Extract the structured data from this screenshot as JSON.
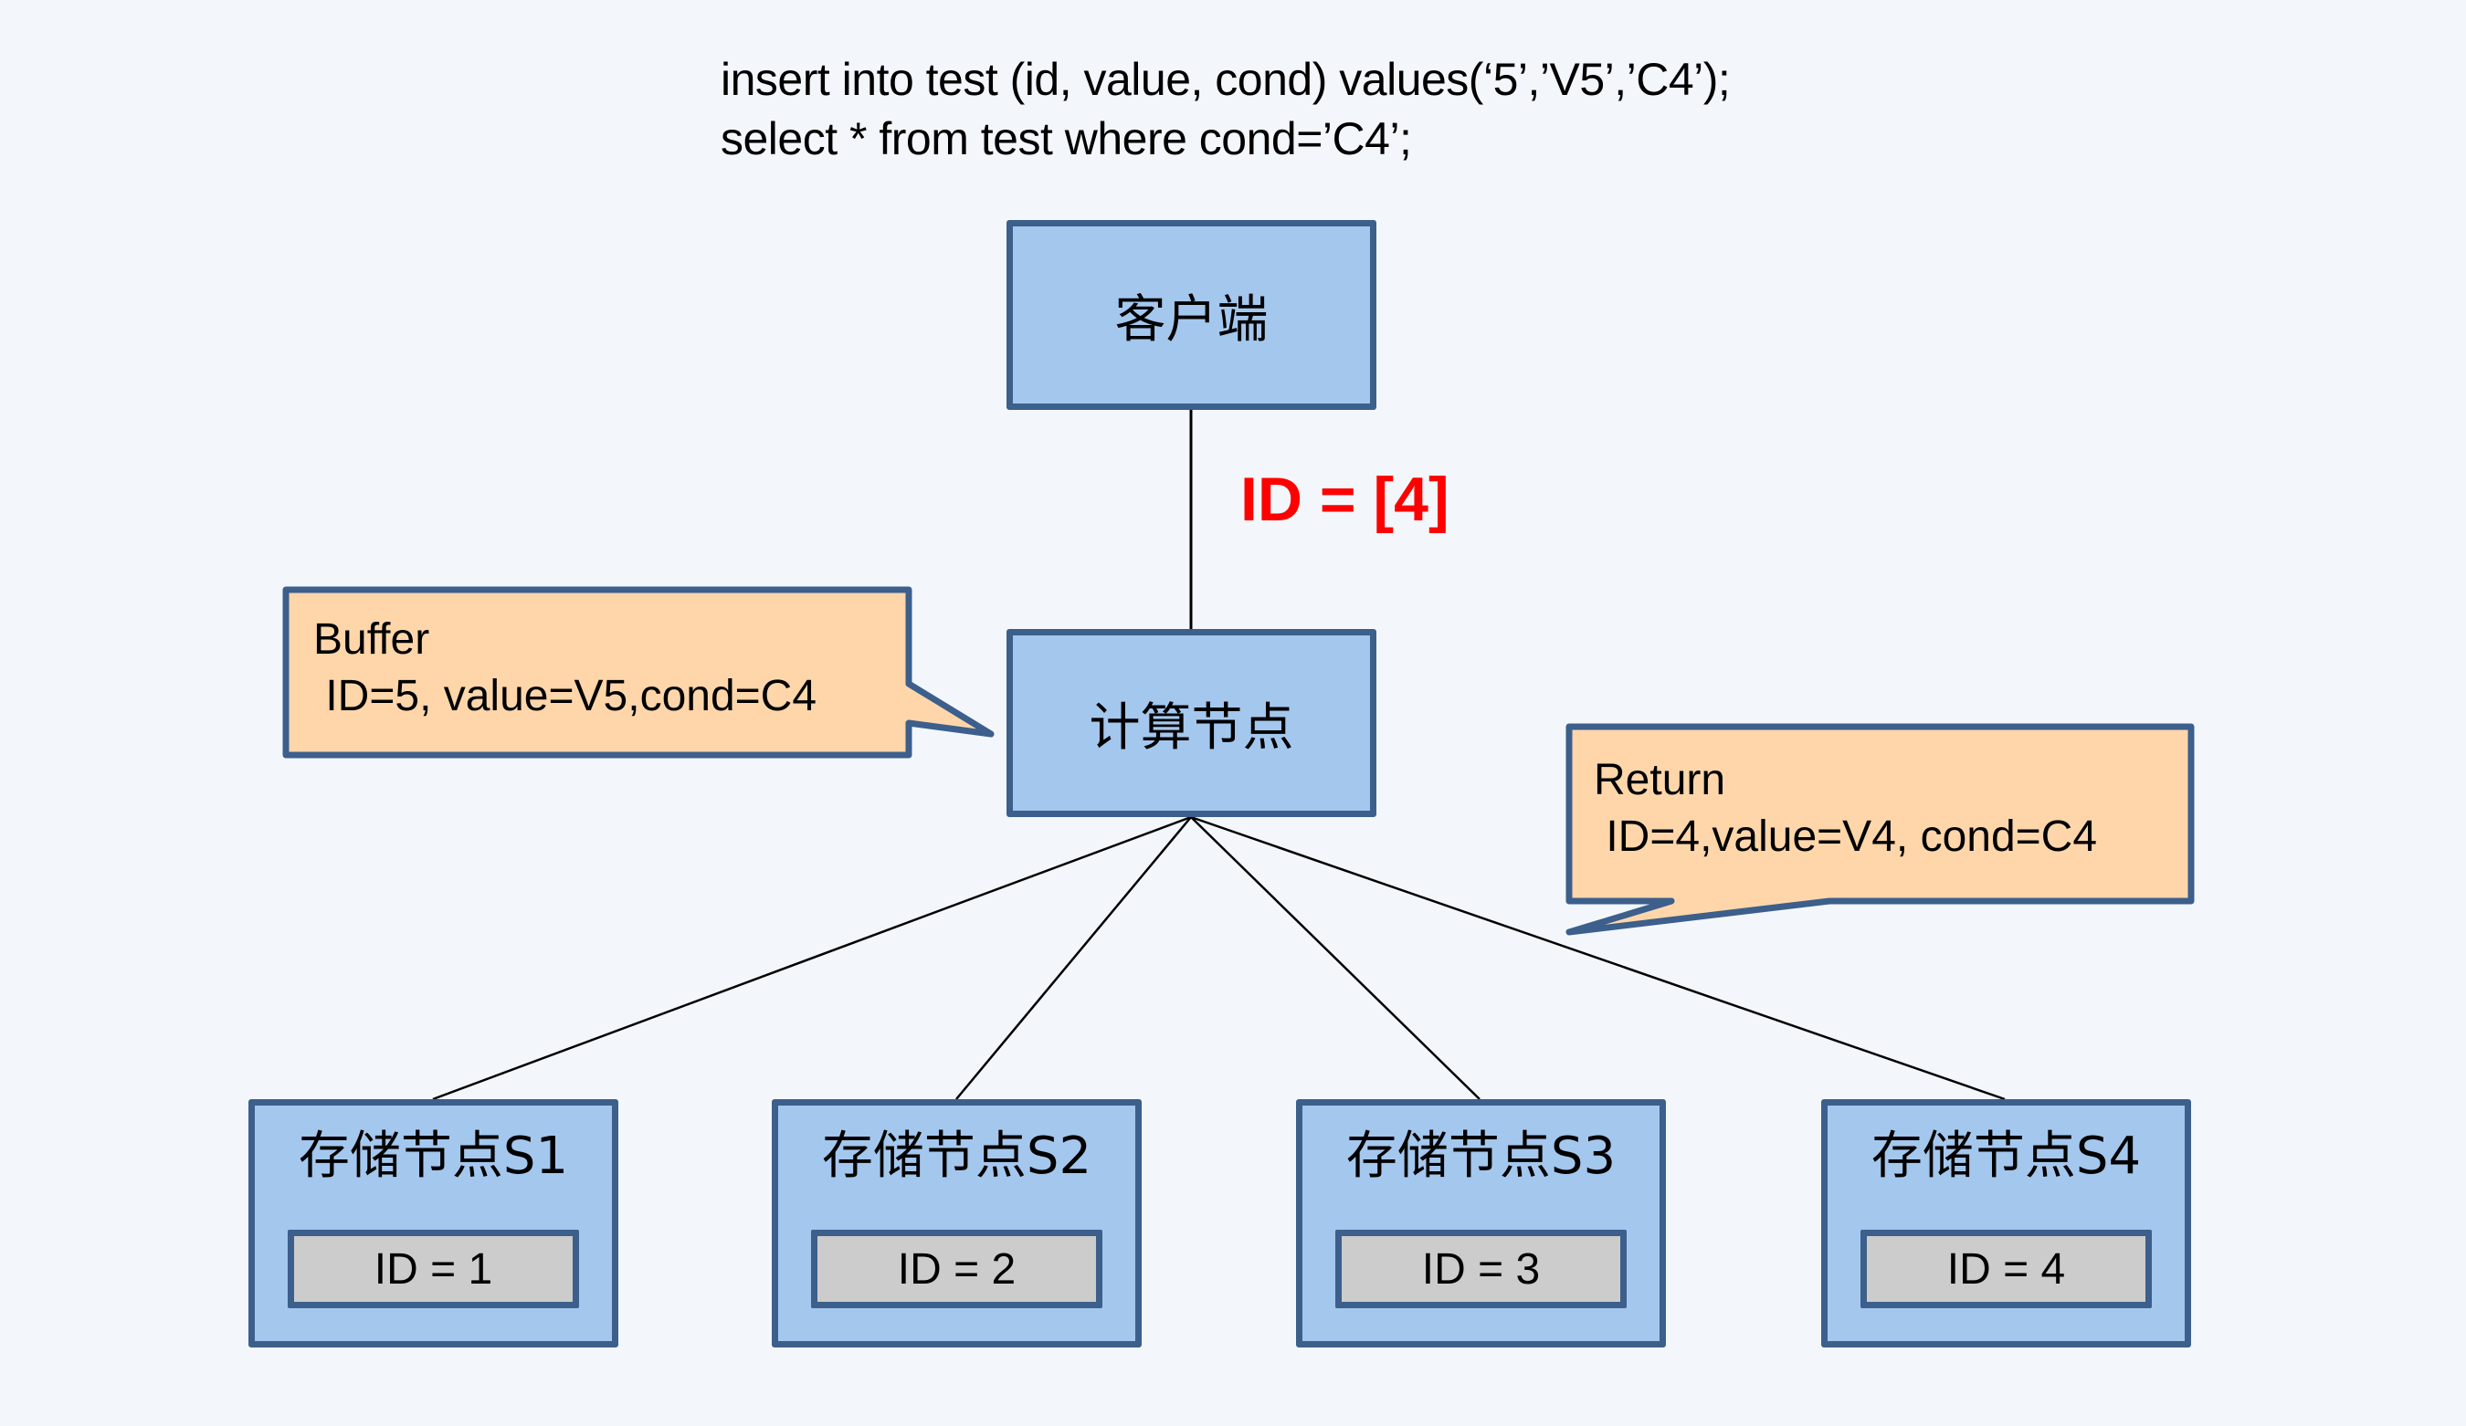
{
  "sql": {
    "line1": "insert into test (id, value, cond) values(‘5’,’V5’,’C4’);",
    "line2": "select * from test where cond=’C4’;"
  },
  "client": {
    "label": "客户端"
  },
  "compute": {
    "label": "计算节点"
  },
  "route_label": "ID = [4]",
  "buffer_callout": {
    "title": "Buffer",
    "body": " ID=5, value=V5,cond=C4"
  },
  "return_callout": {
    "title": "Return",
    "body": " ID=4,value=V4, cond=C4"
  },
  "storage_nodes": [
    {
      "label": "存储节点S1",
      "id_label": "ID = 1"
    },
    {
      "label": "存储节点S2",
      "id_label": "ID = 2"
    },
    {
      "label": "存储节点S3",
      "id_label": "ID = 3"
    },
    {
      "label": "存储节点S4",
      "id_label": "ID = 4"
    }
  ],
  "colors": {
    "background": "#f3f7fc",
    "node_fill": "#a4c7ee",
    "node_border": "#3c5f8c",
    "callout_fill": "#fed6aa",
    "id_box_fill": "#cccccc",
    "highlight": "#ff0000"
  }
}
